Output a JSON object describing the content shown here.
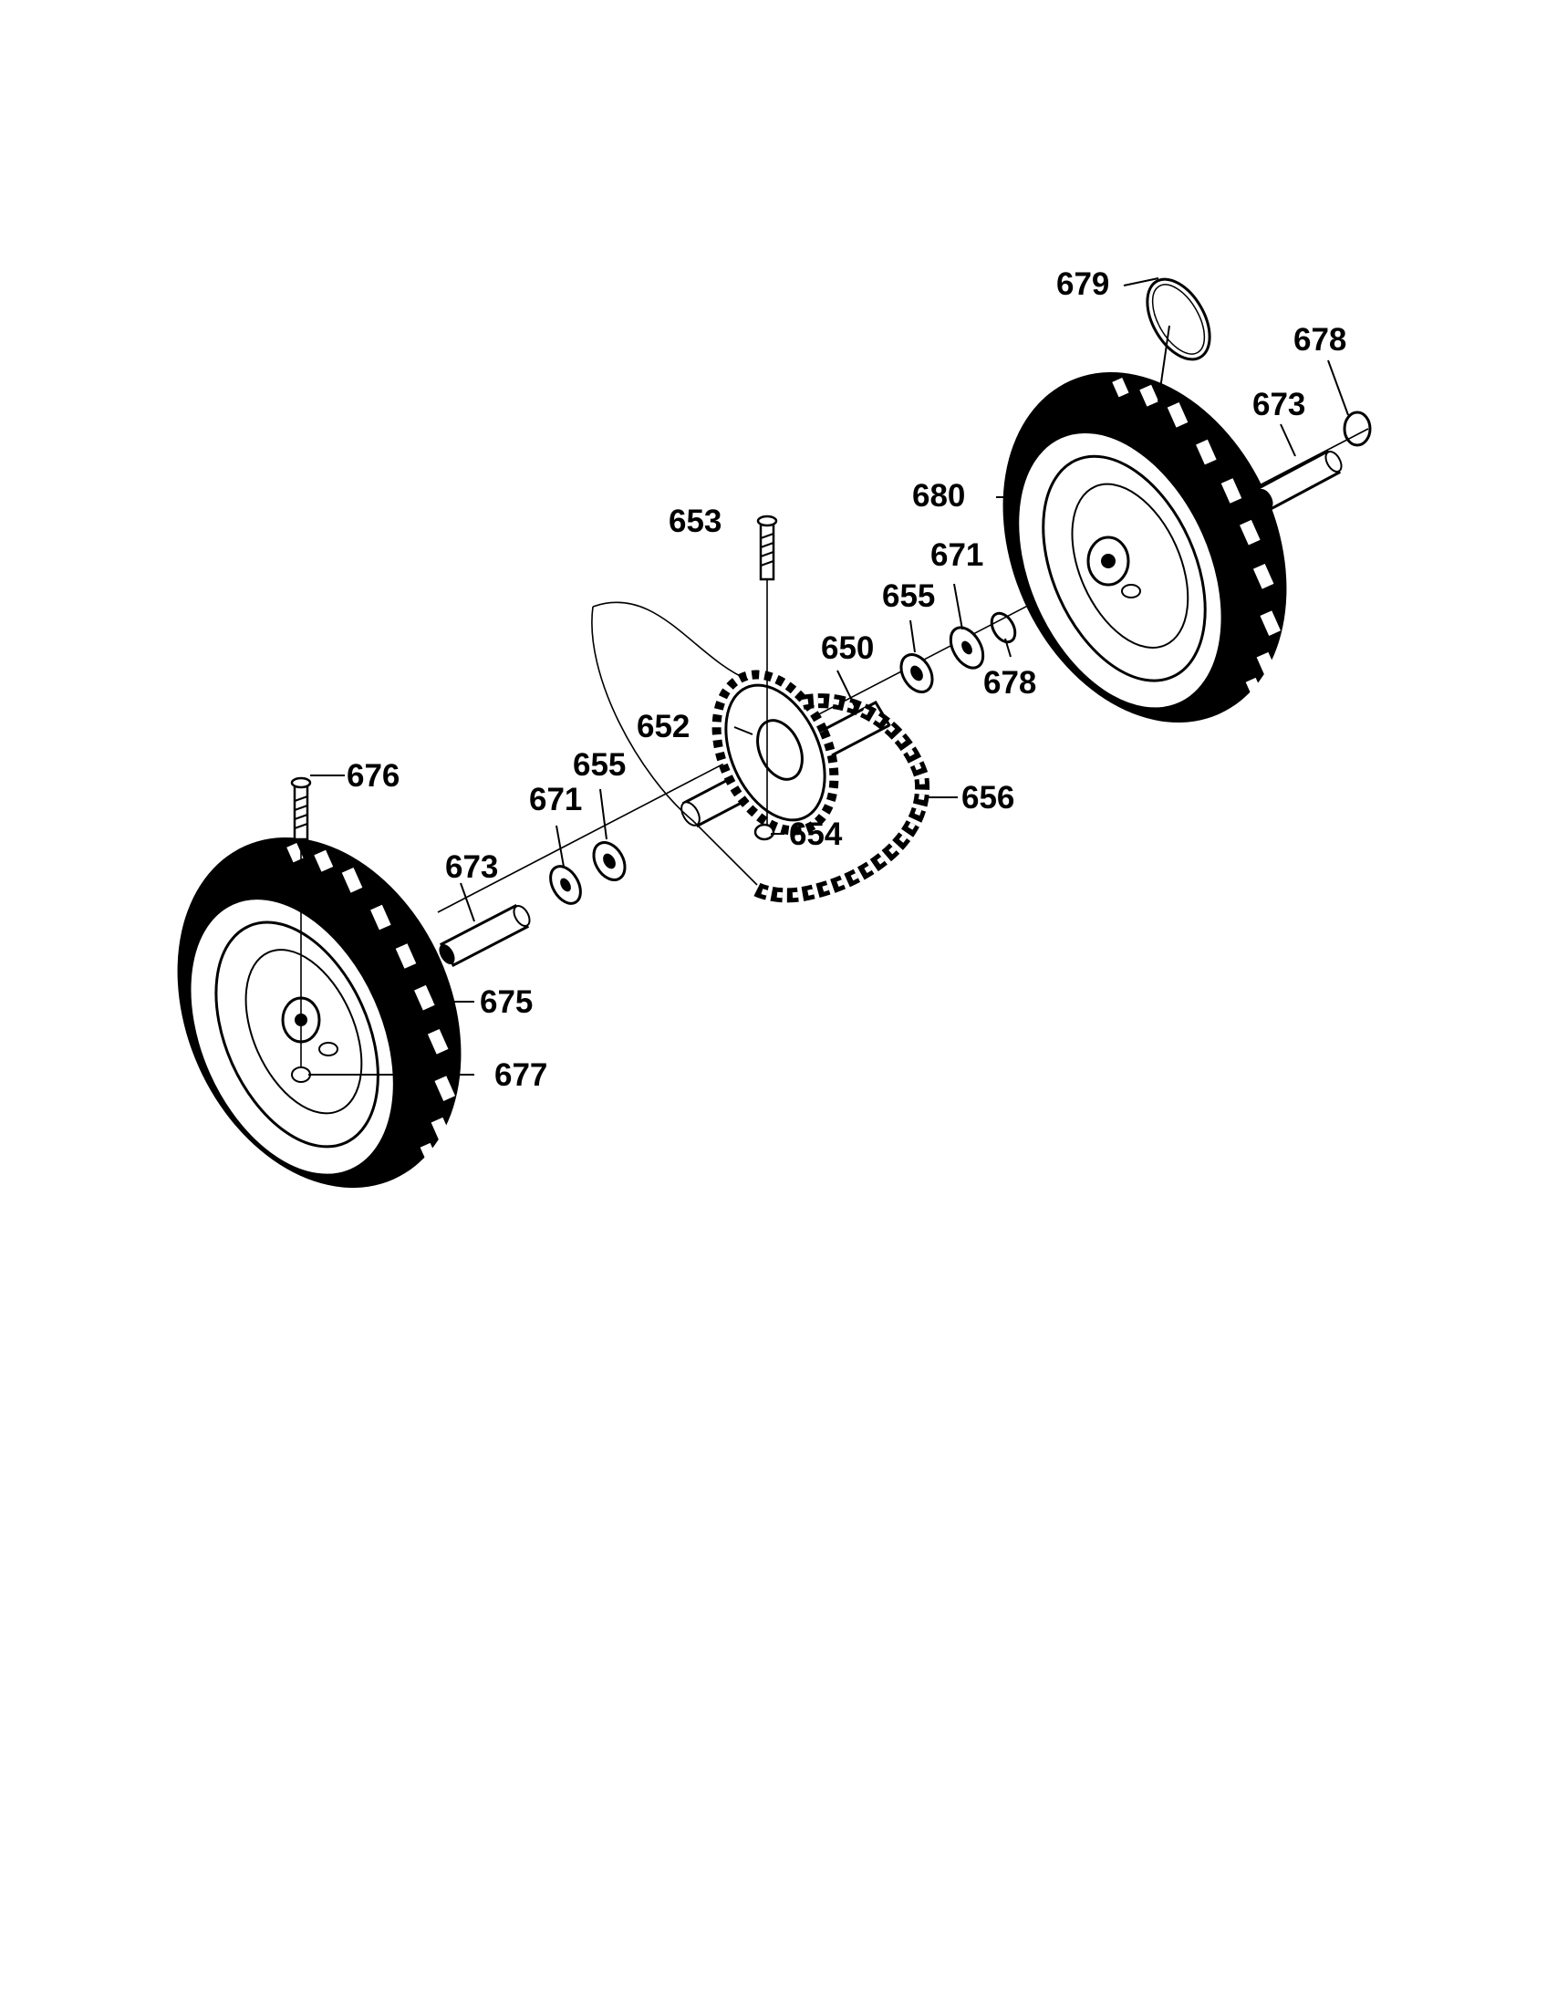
{
  "diagram": {
    "type": "exploded-parts-diagram",
    "colors": {
      "line": "#000000",
      "background": "#ffffff"
    },
    "callouts": [
      {
        "id": "c679a",
        "label": "679"
      },
      {
        "id": "c678a",
        "label": "678"
      },
      {
        "id": "c673a",
        "label": "673"
      },
      {
        "id": "c680",
        "label": "680"
      },
      {
        "id": "c653",
        "label": "653"
      },
      {
        "id": "c671a",
        "label": "671"
      },
      {
        "id": "c655a",
        "label": "655"
      },
      {
        "id": "c650",
        "label": "650"
      },
      {
        "id": "c678b",
        "label": "678"
      },
      {
        "id": "c652",
        "label": "652"
      },
      {
        "id": "c655b",
        "label": "655"
      },
      {
        "id": "c671b",
        "label": "671"
      },
      {
        "id": "c656",
        "label": "656"
      },
      {
        "id": "c654",
        "label": "654"
      },
      {
        "id": "c676",
        "label": "676"
      },
      {
        "id": "c673b",
        "label": "673"
      },
      {
        "id": "c675",
        "label": "675"
      },
      {
        "id": "c677",
        "label": "677"
      }
    ]
  }
}
